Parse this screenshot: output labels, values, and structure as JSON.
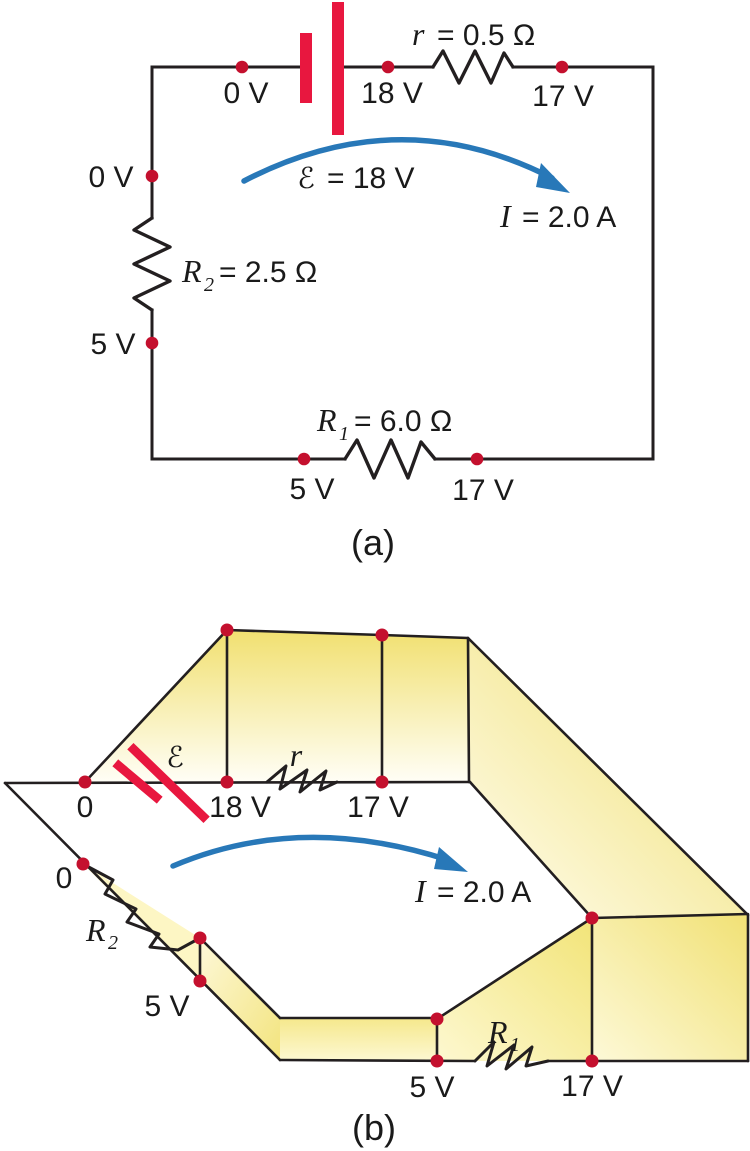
{
  "panel_a": {
    "caption": "(a)",
    "nodes": {
      "top_left": "0 V",
      "battery_pos": "18 V",
      "after_r": "17 V",
      "left_top": "0 V",
      "left_bottom": "5 V",
      "bottom_left": "5 V",
      "bottom_right": "17 V"
    },
    "emf": {
      "sym": "ℰ",
      "eq": "= 18 V"
    },
    "current": {
      "sym": "I",
      "eq": "= 2.0 A"
    },
    "internal_resistance": {
      "sym": "r",
      "eq": "= 0.5 Ω"
    },
    "resistor1": {
      "sym": "R",
      "sub": "1",
      "eq": "= 6.0 Ω"
    },
    "resistor2": {
      "sym": "R",
      "sub": "2",
      "eq": "= 2.5 Ω"
    }
  },
  "panel_b": {
    "caption": "(b)",
    "nodes": {
      "zero_top": "0",
      "battery_pos": "18 V",
      "after_r": "17 V",
      "zero_left": "0",
      "left_5v": "5 V",
      "bottom_5v": "5 V",
      "bottom_17v": "17 V"
    },
    "emf_sym": "ℰ",
    "r_sym": "r",
    "resistor1": {
      "sym": "R",
      "sub": "1"
    },
    "resistor2": {
      "sym": "R",
      "sub": "2"
    },
    "current": {
      "sym": "I",
      "eq": "= 2.0 A"
    }
  },
  "colors": {
    "wire": "#231f20",
    "battery_red": "#e8173f",
    "node_dot_red": "#c4102e",
    "arrow_blue": "#2878b8",
    "wall_yellow": "#f1e070",
    "wall_light": "#fffdf2",
    "background": "#ffffff"
  }
}
